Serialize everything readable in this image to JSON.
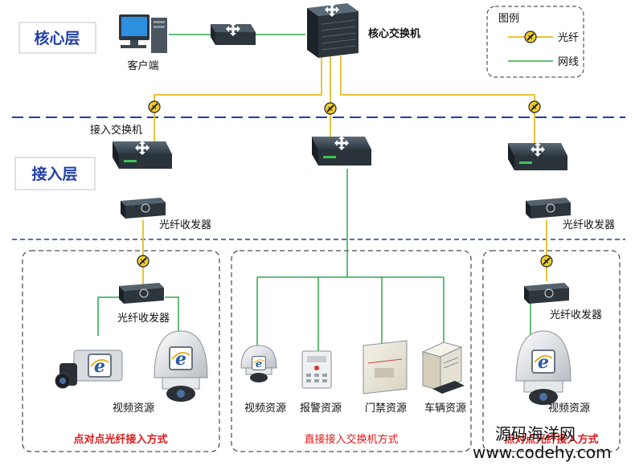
{
  "layers": {
    "core": "核心层",
    "access": "接入层"
  },
  "nodes": {
    "client": "客户端",
    "core_switch": "核心交换机",
    "access_switch": "接入交换机",
    "transceiver_left": "光纤收发器",
    "transceiver_right": "光纤收发器",
    "transceiver_box_left": "光纤收发器",
    "transceiver_box_right": "光纤收发器",
    "video_left": "视频资源",
    "video_center": "视频资源",
    "alarm": "报警资源",
    "door": "门禁资源",
    "vehicle": "车辆资源",
    "video_right": "视频资源"
  },
  "legend": {
    "title": "图例",
    "fiber": "光纤",
    "cable": "网线"
  },
  "captions": {
    "left": "点对点光纤接入方式",
    "center": "直接接入交换机方式",
    "right": "点对点光纤接入方式"
  },
  "watermark": {
    "line1": "源码海洋网",
    "line2": "www.codehy.com"
  },
  "colors": {
    "fiber": "#e8c33a",
    "cable": "#2ea84a",
    "divider": "#1f3fa8",
    "layer_text": "#1f3fa8",
    "caption": "#e01818"
  }
}
